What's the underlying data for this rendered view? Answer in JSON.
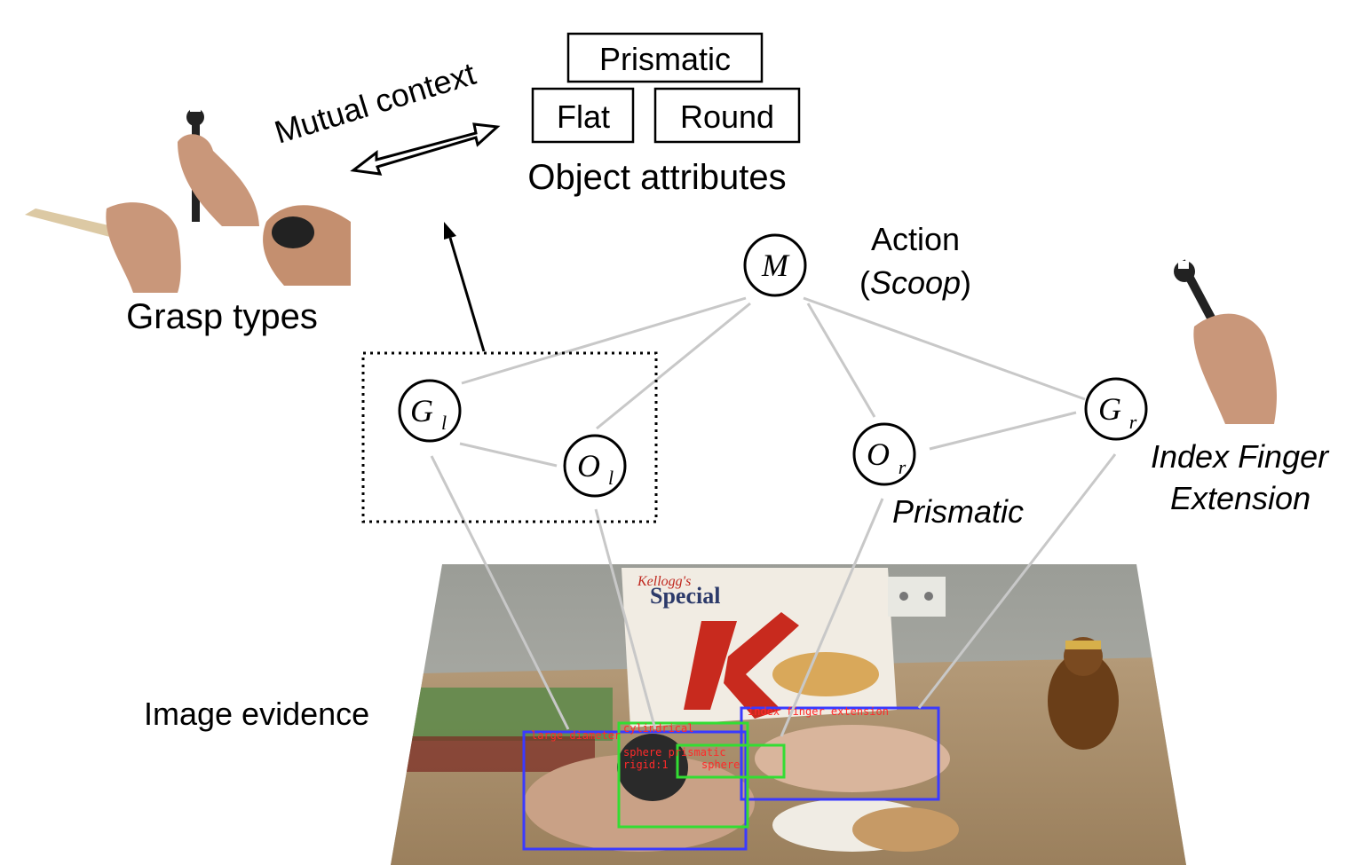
{
  "labels": {
    "prismatic_box": "Prismatic",
    "flat_box": "Flat",
    "round_box": "Round",
    "object_attributes": "Object attributes",
    "mutual_context": "Mutual context",
    "grasp_types": "Grasp types",
    "action_title": "Action",
    "action_open": "(",
    "action_name": "Scoop",
    "action_close": ")",
    "image_evidence": "Image evidence",
    "prismatic_right": "Prismatic",
    "index_finger_line1": "Index Finger",
    "index_finger_line2": "Extension"
  },
  "nodes": {
    "M": {
      "main": "M",
      "sub": ""
    },
    "Gl": {
      "main": "G",
      "sub": "l"
    },
    "Ol": {
      "main": "O",
      "sub": "l"
    },
    "Or": {
      "main": "O",
      "sub": "r"
    },
    "Gr": {
      "main": "G",
      "sub": "r"
    }
  },
  "image_evidence_overlays": {
    "hand_left": "large diameter",
    "object_left_1": "cylindrical",
    "object_left_2": "sphere prismatic",
    "object_left_3": "rigid:1",
    "object_right": "sphere",
    "hand_right": "index finger extension",
    "cereal_brand": "Kellogg's",
    "cereal_name": "Special"
  },
  "colors": {
    "edge": "#c8c8c8",
    "hand_box": "#3a3aff",
    "object_box": "#33dd33",
    "overlay_text": "#ff2a2a"
  }
}
